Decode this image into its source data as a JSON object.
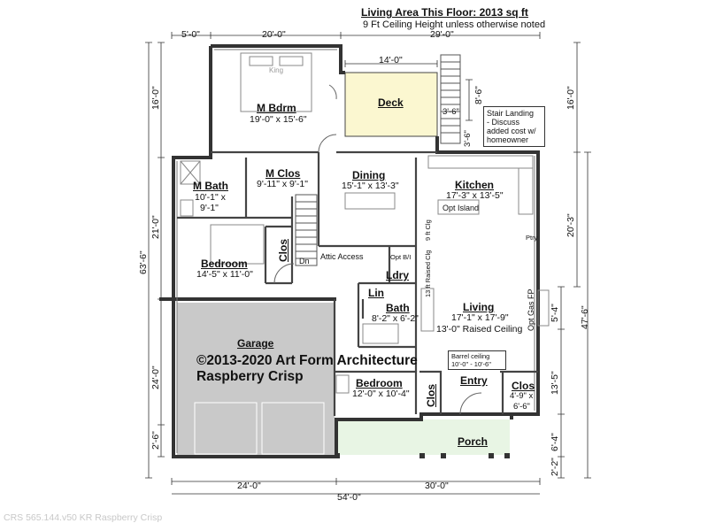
{
  "header": {
    "title": "Living Area This Floor: 2013 sq ft",
    "subtitle": "9 Ft Ceiling Height unless otherwise noted"
  },
  "rooms": {
    "master_bedroom": {
      "name": "M Bdrm",
      "size": "19'-0\" x 15'-6\"",
      "bed": "King"
    },
    "deck": {
      "name": "Deck"
    },
    "master_bath": {
      "name": "M Bath",
      "size_line1": "10'-1\" x",
      "size_line2": "9'-1\""
    },
    "master_closet": {
      "name": "M Clos",
      "size": "9'-11\" x 9'-1\""
    },
    "dining": {
      "name": "Dining",
      "size": "15'-1\" x 13'-3\""
    },
    "kitchen": {
      "name": "Kitchen",
      "size": "17'-3\" x 13'-5\"",
      "island": "Opt Island",
      "pantry": "Ptry"
    },
    "bedroom_left": {
      "name": "Bedroom",
      "size": "14'-5\" x 11'-0\"",
      "closet": "Clos"
    },
    "laundry": {
      "name": "Ldry",
      "linen": "Lin"
    },
    "bath": {
      "name": "Bath",
      "size": "8'-2\" x 6'-2\""
    },
    "living": {
      "name": "Living",
      "size": "17'-1\" x 17'-9\"",
      "ceiling": "13'-0\" Raised Ceiling",
      "fireplace": "Opt Gas FP"
    },
    "garage": {
      "name": "Garage"
    },
    "bedroom_front": {
      "name": "Bedroom",
      "size": "12'-0\" x 10'-4\"",
      "closet": "Clos"
    },
    "entry": {
      "name": "Entry"
    },
    "entry_closet": {
      "name": "Clos",
      "size_line1": "4'-9\" x",
      "size_line2": "6'-6\""
    },
    "porch": {
      "name": "Porch"
    }
  },
  "notes": {
    "stair_landing": [
      "Stair Landing",
      "- Discuss",
      "added cost w/",
      "homeowner"
    ],
    "barrel_ceiling": [
      "Barrel ceiling",
      "10'-0\" - 10'-6\""
    ],
    "attic_access": "Attic Access",
    "opt_bi": "Opt B/I",
    "stair_down": "Dn",
    "ceiling_9ft": "9 ft Clg",
    "ceiling_13ft": "13 ft Raised Clg"
  },
  "dimensions": {
    "top_left": "5'-0\"",
    "top_mid": "20'-0\"",
    "top_right": "29'-0\"",
    "deck_width": "14'-0\"",
    "deck_stair_v": "8'-6\"",
    "deck_stair_h": "3'-6\"",
    "deck_stair_v2": "3'-6\"",
    "left_total": "63'-6\"",
    "left_upper": "16'-0\"",
    "left_mid": "21'-0\"",
    "left_garage": "24'-0\"",
    "left_bottom": "2'-6\"",
    "right_upper": "16'-0\"",
    "right_kitchen": "20'-3\"",
    "right_total": "47'-6\"",
    "right_fp": "5'-4\"",
    "right_lower": "13'-5\"",
    "right_porch": "6'-4\"",
    "right_bottom": "2'-2\"",
    "bottom_left": "24'-0\"",
    "bottom_right": "30'-0\"",
    "bottom_total": "54'-0\""
  },
  "copyright": {
    "line1": "©2013-2020 Art Form Architecture",
    "line2": "Raspberry Crisp"
  },
  "footer": "CRS 565.144.v50 KR Raspberry Crisp"
}
